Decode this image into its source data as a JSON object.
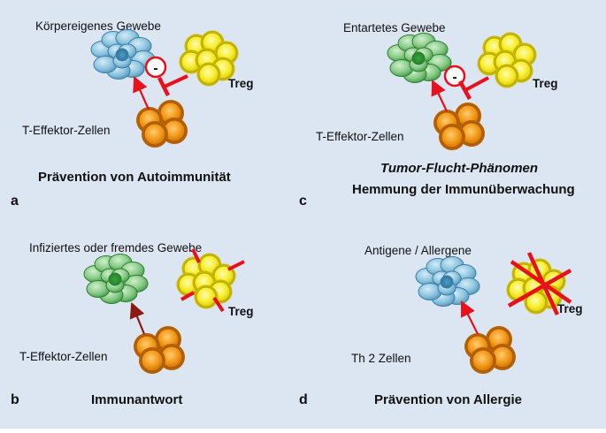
{
  "panels": {
    "a": {
      "letter": "a",
      "tissue_label": "Körpereigenes Gewebe",
      "effector_label": "T-Effektor-Zellen",
      "treg_label": "Treg",
      "inhibition_sign": "-",
      "caption": "Prävention von Autoimmunität"
    },
    "b": {
      "letter": "b",
      "tissue_label": "Infiziertes oder fremdes Gewebe",
      "effector_label": "T-Effektor-Zellen",
      "treg_label": "Treg",
      "caption": "Immunantwort"
    },
    "c": {
      "letter": "c",
      "tissue_label": "Entartetes Gewebe",
      "effector_label": "T-Effektor-Zellen",
      "treg_label": "Treg",
      "inhibition_sign": "-",
      "caption_line1": "Tumor-Flucht-Phänomen",
      "caption_line2": "Hemmung der Immunüberwachung"
    },
    "d": {
      "letter": "d",
      "tissue_label": "Antigene / Allergene",
      "effector_label": "Th 2 Zellen",
      "treg_label": "Treg",
      "caption": "Prävention von Allergie"
    }
  },
  "colors": {
    "background": "#dce6f2",
    "blue_tissue": "#7fb8d6",
    "green_tissue": "#7dc47d",
    "treg_yellow": "#f5f000",
    "effector_orange": "#f29a1a",
    "inhibition_red": "#e8101a",
    "activation_arrow_b": "#8b1a10"
  }
}
